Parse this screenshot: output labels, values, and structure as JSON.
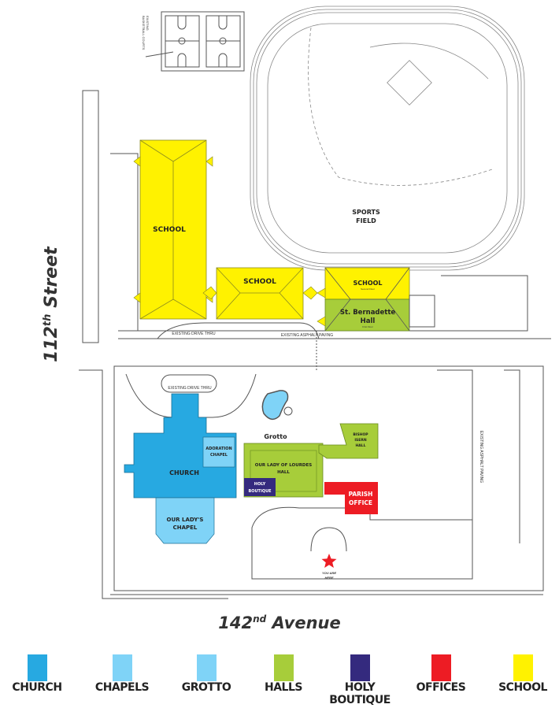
{
  "streets": {
    "west": {
      "number": "112",
      "suffix": "th",
      "name": "Street"
    },
    "south": {
      "number": "142",
      "suffix": "nd",
      "name": "Avenue"
    }
  },
  "buildings": {
    "school_west": "SCHOOL",
    "school_middle": "SCHOOL",
    "school_east": "SCHOOL",
    "school_east_floor": "Second Floor",
    "st_bernadette_line1": "St. Bernadette",
    "st_bernadette_line2": "Hall",
    "st_bernadette_floor": "First Floor",
    "church": "CHURCH",
    "adoration_line1": "ADORATION",
    "adoration_line2": "CHAPEL",
    "our_ladys_line1": "OUR LADY'S",
    "our_ladys_line2": "CHAPEL",
    "grotto": "Grotto",
    "lourdes_line1": "OUR LADY OF LOURDES",
    "lourdes_line2": "HALL",
    "bishop_line1": "BISHOP",
    "bishop_line2": "ISERN",
    "bishop_line3": "HALL",
    "boutique_line1": "HOLY",
    "boutique_line2": "BOUTIQUE",
    "parish_line1": "PARISH",
    "parish_line2": "OFFICE",
    "sports_line1": "SPORTS",
    "sports_line2": "FIELD"
  },
  "annotations": {
    "basketball_line1": "EXISTING",
    "basketball_line2": "BASKETBALL COURTS",
    "drive_thru_north": "EXISTING DRIVE THRU",
    "drive_thru_south": "EXISTING DRIVE THRU",
    "asphalt_north": "EXISTING ASPHALT PAVING",
    "asphalt_east": "EXISTING ASPHALT PAVING",
    "you_are_here_line1": "YOU ARE",
    "you_are_here_line2": "HERE"
  },
  "colors": {
    "church": "#27a9e1",
    "chapels": "#7fd3f7",
    "grotto": "#7fd3f7",
    "halls": "#a7cd3a",
    "holy_boutique": "#342a7e",
    "offices": "#ed1c24",
    "school": "#fff200",
    "star": "#ed1c24"
  },
  "legend": [
    {
      "label": "CHURCH",
      "color": "#27a9e1"
    },
    {
      "label": "CHAPELS",
      "color": "#7fd3f7"
    },
    {
      "label": "GROTTO",
      "color": "#7fd3f7"
    },
    {
      "label": "HALLS",
      "color": "#a7cd3a"
    },
    {
      "label": "HOLY BOUTIQUE",
      "color": "#342a7e"
    },
    {
      "label": "OFFICES",
      "color": "#ed1c24"
    },
    {
      "label": "SCHOOL",
      "color": "#fff200"
    }
  ]
}
